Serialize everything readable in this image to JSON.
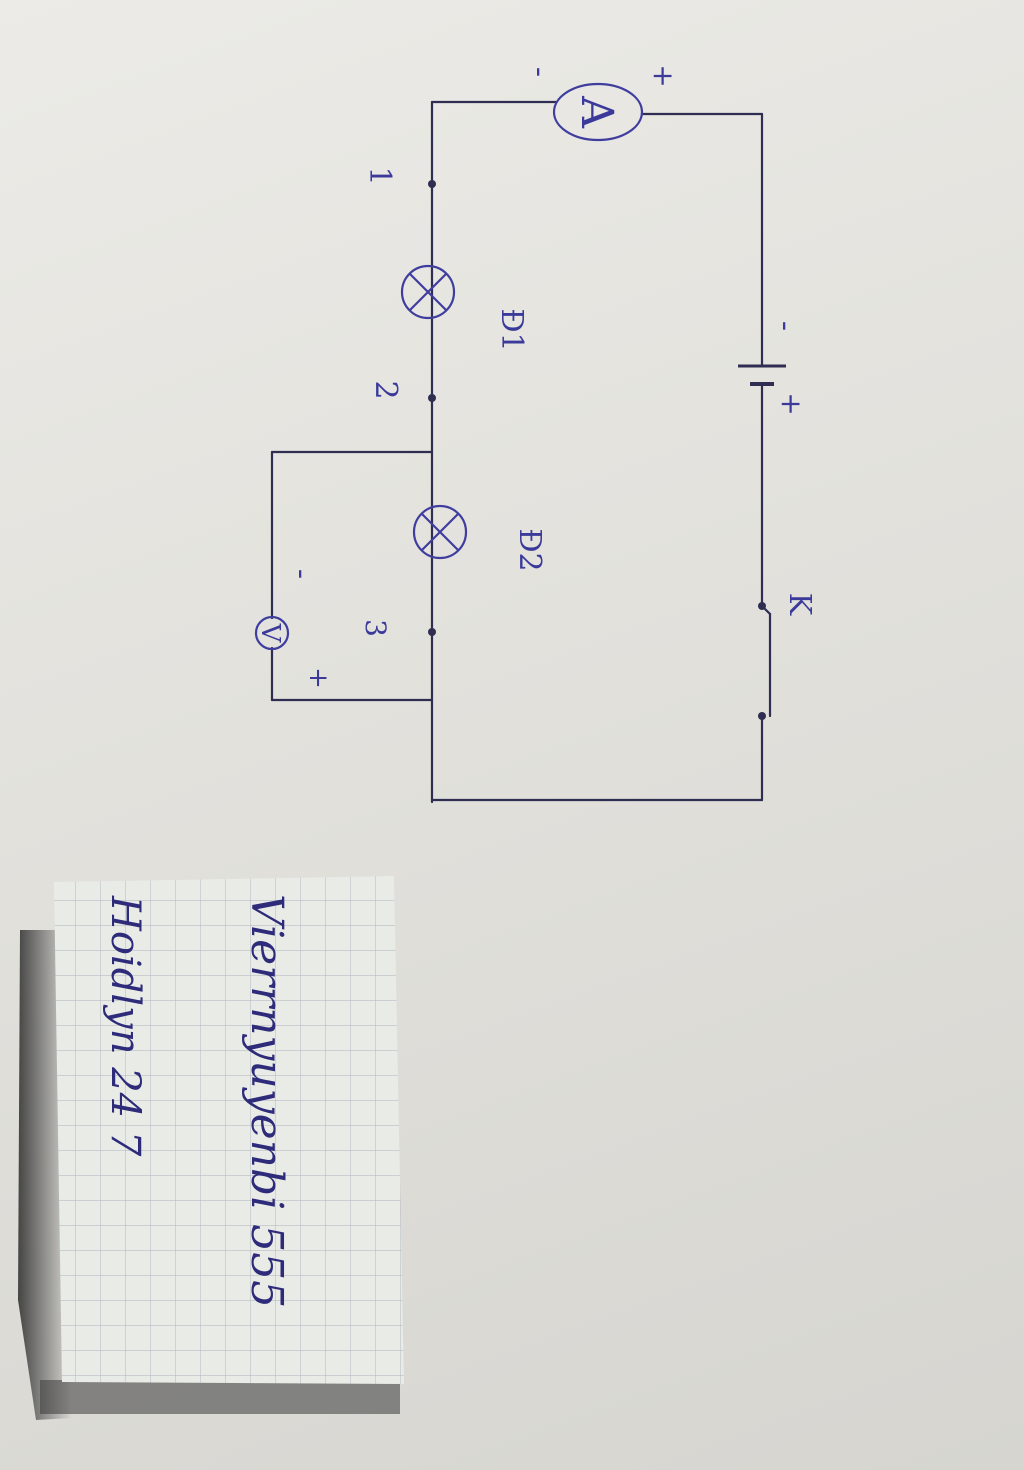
{
  "diagram": {
    "ammeter": {
      "symbol": "A",
      "plus": "+",
      "minus": "-"
    },
    "voltmeter": {
      "symbol": "V",
      "plus": "+",
      "minus": "-"
    },
    "battery": {
      "plus": "+",
      "minus": "-"
    },
    "switch_label": "K",
    "lamp1_label": "Đ1",
    "lamp2_label": "Đ2",
    "node_labels": [
      "1",
      "2",
      "3"
    ]
  },
  "note": {
    "line1": "Vierrnyuyenbi 555",
    "line2": "Hoidlyn 24 7"
  },
  "colors": {
    "paper": "#e6e5e0",
    "ink": "#3f3d9e",
    "wire": "#2f2e52",
    "note_paper": "#e9ebe6",
    "note_grid": "#9aa0b0"
  }
}
